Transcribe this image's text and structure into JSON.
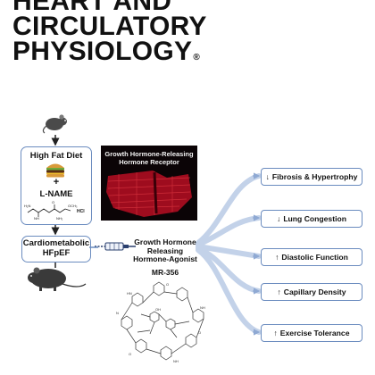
{
  "journal": {
    "line1": "HEART AND",
    "line2": "CIRCULATORY",
    "line3": "PHYSIOLOGY",
    "mark": "®"
  },
  "left_panel": {
    "diet": "High Fat Diet",
    "plus": "+",
    "drug": "L-NAME",
    "formula_suffix": "HCl",
    "model_line1": "Cardiometabolic",
    "model_line2": "HFpEF"
  },
  "receptor": {
    "line1": "Growth Hormone-Releasing",
    "line2": "Hormone Receptor"
  },
  "treatment": {
    "line1": "Growth Hormone",
    "line2": "Releasing",
    "line3": "Hormone-Agonist",
    "compound": "MR-356"
  },
  "outcomes": [
    {
      "arrow": "↓",
      "label": "Fibrosis & Hypertrophy"
    },
    {
      "arrow": "↓",
      "label": "Lung Congestion"
    },
    {
      "arrow": "↑",
      "label": "Diastolic Function"
    },
    {
      "arrow": "↑",
      "label": "Capillary Density"
    },
    {
      "arrow": "↑",
      "label": "Exercise Tolerance"
    }
  ],
  "colors": {
    "accent_blue": "#6b8cbf",
    "line_blue": "#b9cbe6",
    "receptor_red": "#c8102e",
    "receptor_bg": "#0b0406"
  },
  "icons": [
    "mouse-icon",
    "burger-icon",
    "syringe-icon",
    "molecule-icon",
    "heart-tissue-icon"
  ]
}
